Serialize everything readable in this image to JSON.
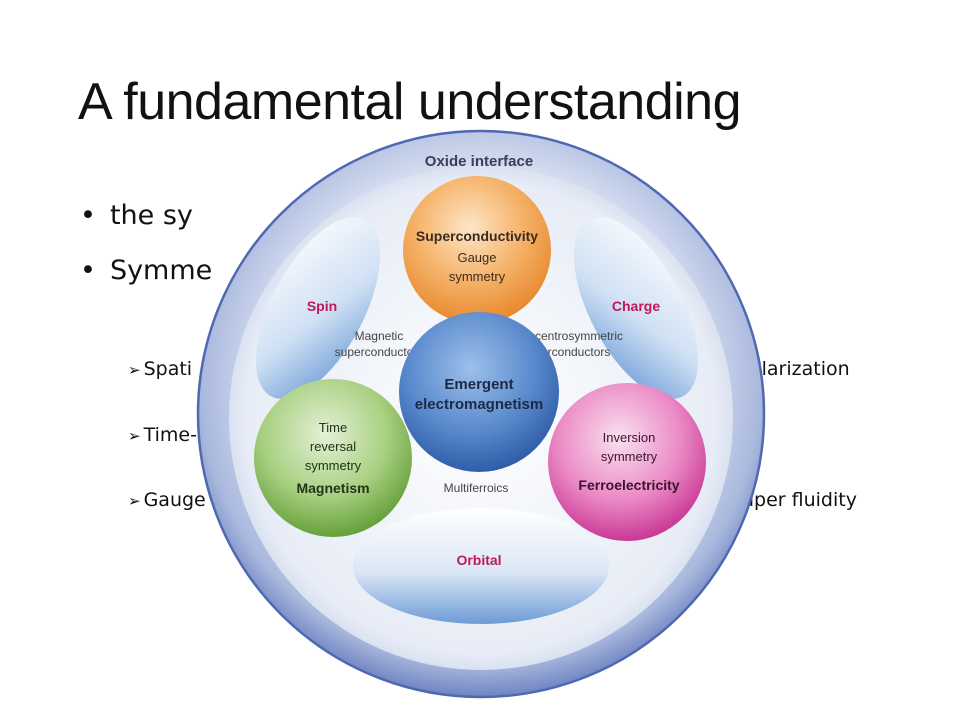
{
  "slide": {
    "title": "A fundamental understanding",
    "bullets": [
      "the sy",
      "Symme"
    ],
    "subitems_left": [
      "Spati",
      "Time-",
      "Gauge"
    ],
    "subitems_right": [
      "olarization",
      "uper fluidity"
    ]
  },
  "diagram": {
    "outer_label": "Oxide interface",
    "superconductivity": {
      "title": "Superconductivity",
      "line1": "Gauge",
      "line2": "symmetry"
    },
    "spin": "Spin",
    "charge": "Charge",
    "magnetic_sc": {
      "line1": "Magnetic",
      "line2": "superconductors"
    },
    "noncentro_sc": {
      "line1": "Non-centrosymmetric",
      "line2": "superconductors"
    },
    "emergent": {
      "line1": "Emergent",
      "line2": "electromagnetism"
    },
    "magnetism": {
      "line1": "Time",
      "line2": "reversal",
      "line3": "symmetry",
      "title": "Magnetism"
    },
    "ferro": {
      "line1": "Inversion",
      "line2": "symmetry",
      "title": "Ferroelectricity"
    },
    "multiferroics": "Multiferroics",
    "orbital": "Orbital",
    "colors": {
      "accent_label": "#c0185a",
      "outer_ring": "#4f68b2",
      "emergent": "#3f6fb5",
      "superconductivity": "#f09a3e",
      "magnetism": "#72ad46",
      "ferro": "#d64aa4"
    }
  }
}
